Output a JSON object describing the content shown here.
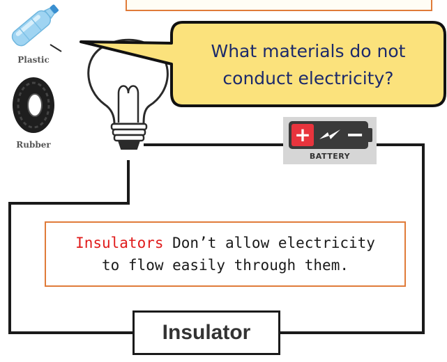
{
  "materials": [
    {
      "label": "Plastic",
      "icon": "plastic-bottle-icon"
    },
    {
      "label": "Rubber",
      "icon": "rubber-tire-icon"
    }
  ],
  "speech_bubble": {
    "line1": "What materials do not",
    "line2": "conduct electricity?",
    "fill_color": "#fbe27c",
    "border_color": "#111111"
  },
  "battery": {
    "label": "BATTERY",
    "plus": "+",
    "minus": "−",
    "plus_color": "#e8343d"
  },
  "definition": {
    "term": "Insulators",
    "line1_rest": " Don’t allow electricity",
    "line2": "to flow easily through them.",
    "term_color": "#e01b1b",
    "border_color": "#e07b39"
  },
  "component": {
    "label": "Insulator"
  },
  "icons": {
    "bulb": "light-bulb-icon",
    "bolt": "lightning-bolt-icon"
  }
}
